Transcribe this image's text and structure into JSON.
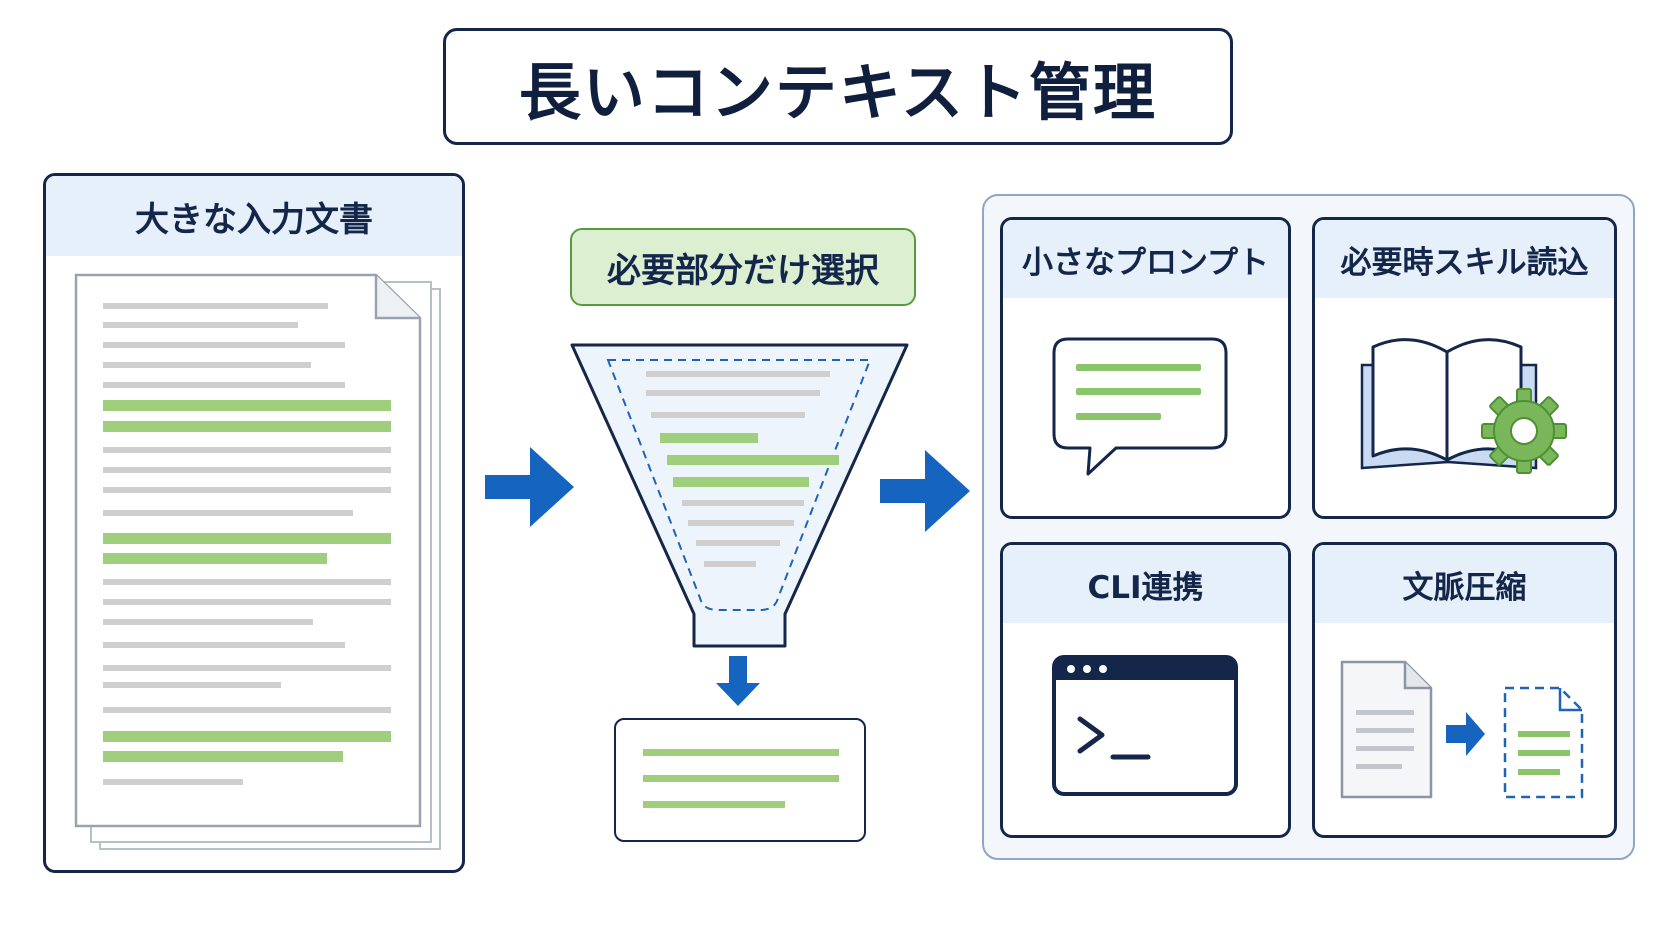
{
  "title": "長いコンテキスト管理",
  "input": {
    "label": "大きな入力文書"
  },
  "filter": {
    "label": "必要部分だけ選択"
  },
  "cards": [
    {
      "label": "小さなプロンプト",
      "icon": "speech-bubble-icon"
    },
    {
      "label": "必要時スキル読込",
      "icon": "book-gear-icon"
    },
    {
      "label": "CLI連携",
      "icon": "terminal-icon"
    },
    {
      "label": "文脈圧縮",
      "icon": "document-compress-icon"
    }
  ],
  "colors": {
    "navy": "#14264a",
    "accent_blue": "#1565c0",
    "highlight_green": "#9fcf7c",
    "text_gray": "#cfcfcf",
    "header_bg": "#e6f0fb"
  }
}
